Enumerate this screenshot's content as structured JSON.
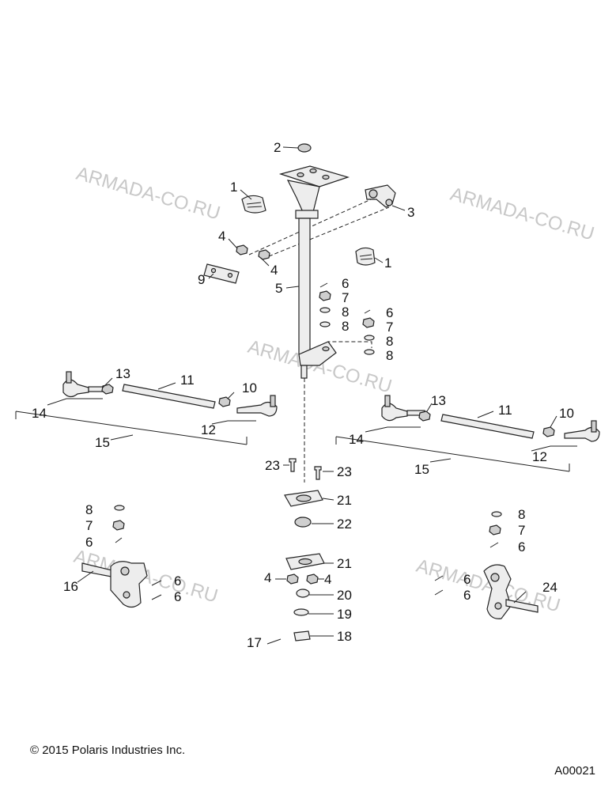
{
  "watermark": "ARMADA-CO.RU",
  "labels": {
    "p1a": "1",
    "p1b": "1",
    "p2": "2",
    "p3": "3",
    "p4a": "4",
    "p4b": "4",
    "p4c": "4",
    "p4d": "4",
    "p5": "5",
    "p6a": "6",
    "p6b": "6",
    "p6c": "6",
    "p6d": "6",
    "p6e": "6",
    "p6f": "6",
    "p6g": "6",
    "p7a": "7",
    "p7b": "7",
    "p7c": "7",
    "p7d": "7",
    "p8a": "8",
    "p8b": "8",
    "p8c": "8",
    "p8d": "8",
    "p8e": "8",
    "p8f": "8",
    "p9": "9",
    "p10a": "10",
    "p10b": "10",
    "p11a": "11",
    "p11b": "11",
    "p12a": "12",
    "p12b": "12",
    "p13a": "13",
    "p13b": "13",
    "p14a": "14",
    "p14b": "14",
    "p15a": "15",
    "p15b": "15",
    "p16": "16",
    "p17": "17",
    "p18": "18",
    "p19": "19",
    "p20": "20",
    "p21a": "21",
    "p21b": "21",
    "p22": "22",
    "p23a": "23",
    "p23b": "23",
    "p24": "24"
  },
  "footer": {
    "copyright": "© 2015 Polaris Industries Inc.",
    "figure_code": "A00021"
  }
}
